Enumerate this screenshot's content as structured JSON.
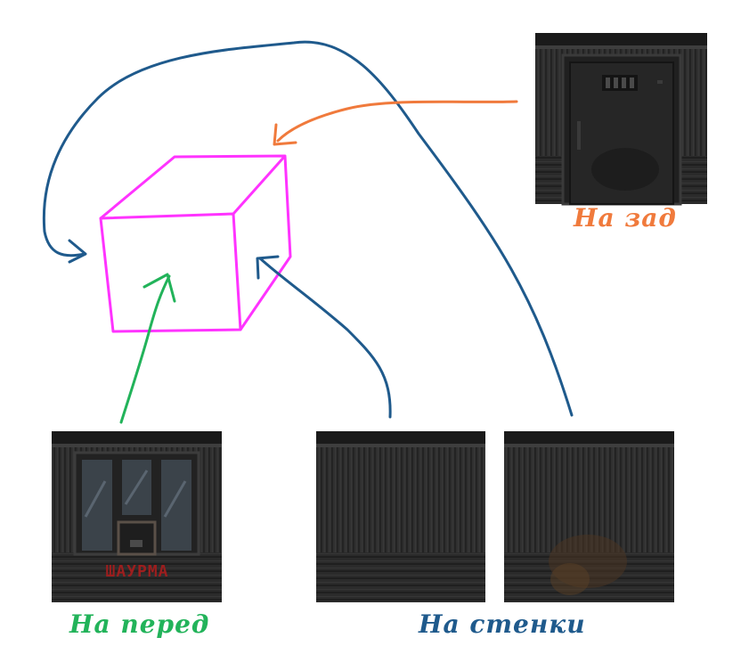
{
  "labels": {
    "front": "На перед",
    "back": "На зад",
    "walls": "На стенки"
  },
  "sign_text": "ШАУРМА",
  "colors": {
    "cube": "#ff33ff",
    "front_arrow": "#22b35a",
    "back_arrow": "#f07a3c",
    "walls_arrow": "#1f5a8c",
    "wall_base": "#2f2f2f",
    "wall_stripe": "#262626",
    "wall_top": "#1b1b1b",
    "sign": "#9c1e1e"
  },
  "tiles": [
    {
      "name": "back-wall-tile",
      "kind": "door"
    },
    {
      "name": "front-wall-tile",
      "kind": "front"
    },
    {
      "name": "side-wall-tile-plain",
      "kind": "plain"
    },
    {
      "name": "side-wall-tile-stained",
      "kind": "stained"
    }
  ]
}
